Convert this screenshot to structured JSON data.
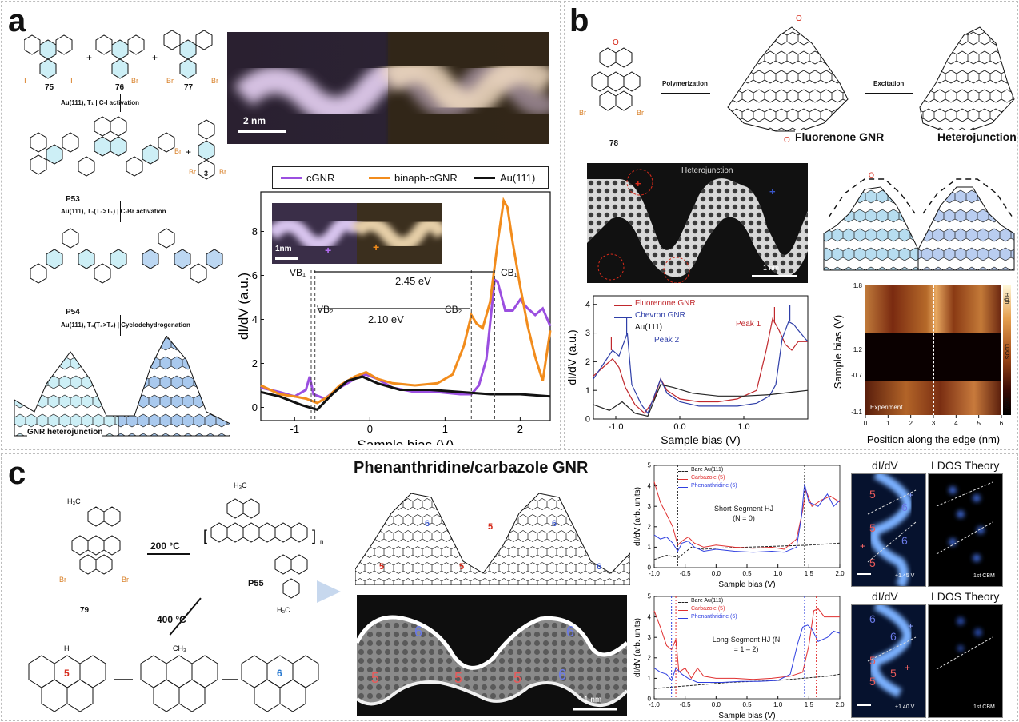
{
  "panels": {
    "a": {
      "label": "a",
      "monomers": [
        "75",
        "76",
        "77"
      ],
      "steps": [
        "Au(111), T₁ | C-I activation",
        "Au(111), T₂(T₂>T₁) | C-Br activation",
        "Au(111), T₃(T₃>T₂) | Cyclodehydrogenation"
      ],
      "intermediates": [
        "P53",
        "P54",
        "3"
      ],
      "product": "GNR heterojunction",
      "scalebar": "2 nm",
      "inset_scalebar": "1nm",
      "legend": [
        "cGNR",
        "binaph-cGNR",
        "Au(111)"
      ],
      "annotations": [
        "VB₁",
        "VB₂",
        "CB₁",
        "CB₂",
        "2.45 eV",
        "2.10 eV"
      ],
      "xlabel": "Sample bias (V)",
      "ylabel": "dI/dV (a.u.)"
    },
    "b": {
      "label": "b",
      "monomer": "78",
      "arrows": [
        "Polymerization",
        "Excitation"
      ],
      "products": [
        "Fluorenone GNR",
        "Heterojunction"
      ],
      "stm_title": "Heterojunction",
      "stm_scalebar": "1 nm",
      "legend": [
        "Fluorenone GNR",
        "Chevron GNR",
        "Au(111)"
      ],
      "peaks": [
        "Peak 1",
        "Peak 2"
      ],
      "xlabel": "Sample bias (V)",
      "ylabel": "dI/dV (a.u.)",
      "map_ylabel": "Sample bias (V)",
      "map_xlabel": "Position along the edge (nm)",
      "map_colorbar": [
        "High",
        "LDOS",
        "Low"
      ],
      "map_tag": "Experiment",
      "map_yticks": [
        "1.8",
        "1.2",
        "-0.7",
        "-1.1"
      ],
      "map_xticks": [
        "0",
        "1",
        "2",
        "3",
        "4",
        "5",
        "6"
      ]
    },
    "c": {
      "label": "c",
      "monomer": "79",
      "conditions": [
        "200 °C",
        "400 °C"
      ],
      "polymer": "P55",
      "title": "Phenanthridine/carbazole GNR",
      "stm_scalebar": "1 nm",
      "ring_labels": [
        "5",
        "6"
      ],
      "plot_top_title": "Short-Segment HJ (N = 0)",
      "plot_bottom_title": "Long-Segment HJ (N = 1 – 2)",
      "legend": [
        "Bare Au(111)",
        "Carbazole (5)",
        "Phenanthridine (6)"
      ],
      "xlabel": "Sample bias (V)",
      "ylabel": "dI/dV (arb. units)",
      "img_titles": [
        "dI/dV",
        "LDOS Theory"
      ],
      "img_tags_top": [
        "+1.45 V",
        "1st CBM"
      ],
      "img_tags_bottom": [
        "+1.40 V",
        "1st CBM"
      ]
    }
  },
  "chart_data": [
    {
      "type": "line",
      "xlabel": "Sample bias (V)",
      "ylabel": "dI/dV (a.u.)",
      "xlim": [
        -1.45,
        2.4
      ],
      "ylim": [
        -0.6,
        9.8
      ],
      "xticks": [
        -1,
        0,
        1,
        2
      ],
      "yticks": [
        0,
        2,
        4,
        6,
        8
      ],
      "series": [
        {
          "name": "cGNR",
          "color": "#9b4fe0",
          "x": [
            -1.45,
            -1.2,
            -1.0,
            -0.85,
            -0.8,
            -0.75,
            -0.6,
            -0.4,
            -0.2,
            -0.05,
            0.1,
            0.3,
            0.6,
            0.9,
            1.2,
            1.35,
            1.45,
            1.55,
            1.62,
            1.66,
            1.7,
            1.8,
            1.9,
            2.0,
            2.1,
            2.2,
            2.3,
            2.4
          ],
          "y": [
            0.9,
            0.7,
            0.5,
            0.8,
            1.4,
            0.6,
            0.4,
            0.9,
            1.3,
            1.5,
            1.3,
            0.9,
            0.7,
            0.7,
            0.6,
            0.6,
            1.0,
            2.2,
            4.5,
            5.8,
            5.7,
            4.4,
            4.4,
            4.9,
            4.5,
            4.2,
            4.5,
            3.7
          ]
        },
        {
          "name": "binaph-cGNR",
          "color": "#f28c1c",
          "x": [
            -1.45,
            -1.2,
            -1.0,
            -0.85,
            -0.7,
            -0.55,
            -0.4,
            -0.2,
            -0.05,
            0.1,
            0.3,
            0.6,
            0.9,
            1.1,
            1.25,
            1.35,
            1.42,
            1.5,
            1.6,
            1.7,
            1.78,
            1.83,
            1.9,
            2.0,
            2.1,
            2.2,
            2.3,
            2.4
          ],
          "y": [
            1.0,
            0.6,
            0.5,
            0.4,
            0.2,
            0.5,
            1.0,
            1.4,
            1.6,
            1.3,
            1.1,
            1.0,
            1.1,
            1.5,
            2.8,
            4.2,
            3.8,
            3.6,
            4.8,
            7.5,
            9.4,
            9.1,
            7.5,
            5.5,
            3.7,
            2.3,
            1.2,
            3.5
          ]
        },
        {
          "name": "Au(111)",
          "color": "#111111",
          "x": [
            -1.45,
            -1.2,
            -0.9,
            -0.7,
            -0.5,
            -0.3,
            -0.1,
            0.1,
            0.4,
            0.8,
            1.2,
            1.6,
            2.0,
            2.4
          ],
          "y": [
            0.7,
            0.5,
            0.1,
            -0.1,
            0.6,
            1.2,
            1.4,
            1.1,
            0.8,
            0.8,
            0.7,
            0.6,
            0.6,
            0.5
          ]
        }
      ]
    },
    {
      "type": "line",
      "xlabel": "Sample bias (V)",
      "ylabel": "dI/dV (a.u.)",
      "xlim": [
        -1.35,
        2.0
      ],
      "ylim": [
        0,
        4.3
      ],
      "xticks": [
        -1.0,
        0.0,
        1.0
      ],
      "yticks": [
        0,
        1,
        2,
        3,
        4
      ],
      "series": [
        {
          "name": "Fluorenone GNR",
          "color": "#c0282d",
          "x": [
            -1.35,
            -1.2,
            -1.05,
            -0.95,
            -0.85,
            -0.7,
            -0.55,
            -0.4,
            -0.3,
            -0.2,
            0.0,
            0.3,
            0.6,
            0.9,
            1.2,
            1.35,
            1.45,
            1.55,
            1.65,
            1.75,
            1.85,
            2.0
          ],
          "y": [
            1.5,
            1.8,
            2.1,
            1.8,
            1.1,
            0.5,
            0.2,
            0.7,
            1.4,
            1.0,
            0.7,
            0.6,
            0.6,
            0.7,
            1.0,
            2.4,
            3.5,
            3.1,
            2.6,
            2.4,
            2.7,
            2.7
          ]
        },
        {
          "name": "Chevron GNR",
          "color": "#2f3fa8",
          "x": [
            -1.35,
            -1.2,
            -1.05,
            -0.95,
            -0.82,
            -0.75,
            -0.6,
            -0.5,
            -0.4,
            -0.3,
            -0.2,
            0.0,
            0.3,
            0.6,
            0.9,
            1.2,
            1.4,
            1.5,
            1.6,
            1.7,
            1.78,
            1.85,
            2.0
          ],
          "y": [
            1.4,
            1.9,
            2.4,
            2.2,
            3.0,
            1.2,
            0.5,
            0.2,
            0.8,
            1.4,
            0.9,
            0.6,
            0.45,
            0.45,
            0.45,
            0.55,
            0.8,
            1.2,
            2.8,
            3.4,
            3.3,
            3.1,
            2.7
          ]
        },
        {
          "name": "Au(111)",
          "color": "#222222",
          "x": [
            -1.35,
            -1.1,
            -0.9,
            -0.7,
            -0.5,
            -0.3,
            -0.1,
            0.2,
            0.6,
            1.0,
            1.4,
            1.8,
            2.0
          ],
          "y": [
            0.5,
            0.3,
            0.6,
            0.2,
            0.1,
            1.2,
            1.1,
            0.9,
            0.8,
            0.8,
            0.85,
            0.95,
            1.0
          ]
        }
      ]
    },
    {
      "type": "line",
      "title": "Short-Segment HJ (N = 0)",
      "xlabel": "Sample bias (V)",
      "ylabel": "dI/dV (arb. units)",
      "xlim": [
        -1.0,
        2.0
      ],
      "ylim": [
        0,
        5
      ],
      "xticks": [
        -1.0,
        -0.5,
        0,
        0.5,
        1.0,
        1.5,
        2.0
      ],
      "yticks": [
        0,
        1,
        2,
        3,
        4,
        5
      ],
      "series": [
        {
          "name": "Bare Au(111)",
          "color": "#222222",
          "dash": true,
          "x": [
            -1.0,
            -0.8,
            -0.6,
            -0.4,
            -0.2,
            0,
            0.5,
            1.0,
            1.5,
            2.0
          ],
          "y": [
            0.4,
            0.6,
            0.5,
            1.0,
            0.9,
            0.95,
            1.0,
            1.05,
            1.1,
            1.2
          ]
        },
        {
          "name": "Carbazole (5)",
          "color": "#e03030",
          "x": [
            -1.0,
            -0.9,
            -0.8,
            -0.7,
            -0.62,
            -0.55,
            -0.45,
            -0.35,
            -0.2,
            0,
            0.3,
            0.6,
            0.9,
            1.1,
            1.3,
            1.4,
            1.45,
            1.55,
            1.7,
            1.85,
            2.0
          ],
          "y": [
            4.2,
            3.2,
            2.6,
            2.0,
            1.1,
            1.3,
            1.5,
            1.2,
            1.0,
            1.1,
            1.0,
            0.95,
            1.0,
            0.9,
            1.4,
            2.8,
            3.8,
            3.0,
            3.3,
            3.5,
            3.2
          ]
        },
        {
          "name": "Phenanthridine (6)",
          "color": "#3040e0",
          "x": [
            -1.0,
            -0.9,
            -0.8,
            -0.7,
            -0.62,
            -0.55,
            -0.45,
            -0.35,
            -0.2,
            0,
            0.3,
            0.6,
            0.9,
            1.1,
            1.3,
            1.38,
            1.43,
            1.5,
            1.65,
            1.8,
            1.9,
            2.0
          ],
          "y": [
            1.6,
            1.4,
            1.5,
            1.2,
            0.8,
            1.2,
            1.3,
            1.0,
            0.8,
            0.9,
            0.8,
            0.75,
            0.8,
            0.75,
            1.0,
            2.5,
            4.1,
            3.2,
            3.0,
            3.6,
            3.0,
            3.3
          ]
        }
      ]
    },
    {
      "type": "line",
      "title": "Long-Segment HJ (N = 1 – 2)",
      "xlabel": "Sample bias (V)",
      "ylabel": "dI/dV (arb. units)",
      "xlim": [
        -1.0,
        2.0
      ],
      "ylim": [
        0,
        5
      ],
      "xticks": [
        -1.0,
        -0.5,
        0,
        0.5,
        1.0,
        1.5,
        2.0
      ],
      "yticks": [
        0,
        1,
        2,
        3,
        4,
        5
      ],
      "series": [
        {
          "name": "Bare Au(111)",
          "color": "#222222",
          "dash": true,
          "x": [
            -1.0,
            -0.6,
            -0.2,
            0.2,
            0.6,
            1.0,
            1.4,
            1.8,
            2.0
          ],
          "y": [
            0.5,
            0.6,
            0.7,
            0.8,
            0.85,
            0.9,
            1.0,
            1.1,
            1.2
          ]
        },
        {
          "name": "Carbazole (5)",
          "color": "#e03030",
          "x": [
            -1.0,
            -0.9,
            -0.8,
            -0.72,
            -0.65,
            -0.6,
            -0.5,
            -0.4,
            -0.3,
            -0.2,
            0,
            0.3,
            0.6,
            0.9,
            1.2,
            1.4,
            1.5,
            1.58,
            1.65,
            1.75,
            1.85,
            2.0
          ],
          "y": [
            4.3,
            3.5,
            2.6,
            2.4,
            2.9,
            1.3,
            1.5,
            1.0,
            1.5,
            1.1,
            1.0,
            1.0,
            0.95,
            1.0,
            1.1,
            1.3,
            2.6,
            4.3,
            4.4,
            4.0,
            4.0,
            4.0
          ]
        },
        {
          "name": "Phenanthridine (6)",
          "color": "#3040e0",
          "x": [
            -1.0,
            -0.9,
            -0.8,
            -0.72,
            -0.65,
            -0.55,
            -0.45,
            -0.3,
            -0.1,
            0.1,
            0.4,
            0.7,
            1.0,
            1.2,
            1.32,
            1.4,
            1.48,
            1.55,
            1.65,
            1.8,
            1.9,
            2.0
          ],
          "y": [
            1.5,
            1.3,
            1.2,
            0.9,
            1.5,
            1.2,
            1.0,
            0.8,
            0.8,
            0.8,
            0.85,
            0.85,
            0.9,
            1.2,
            2.7,
            3.5,
            3.6,
            3.4,
            2.8,
            3.0,
            3.3,
            3.2
          ]
        }
      ]
    }
  ]
}
